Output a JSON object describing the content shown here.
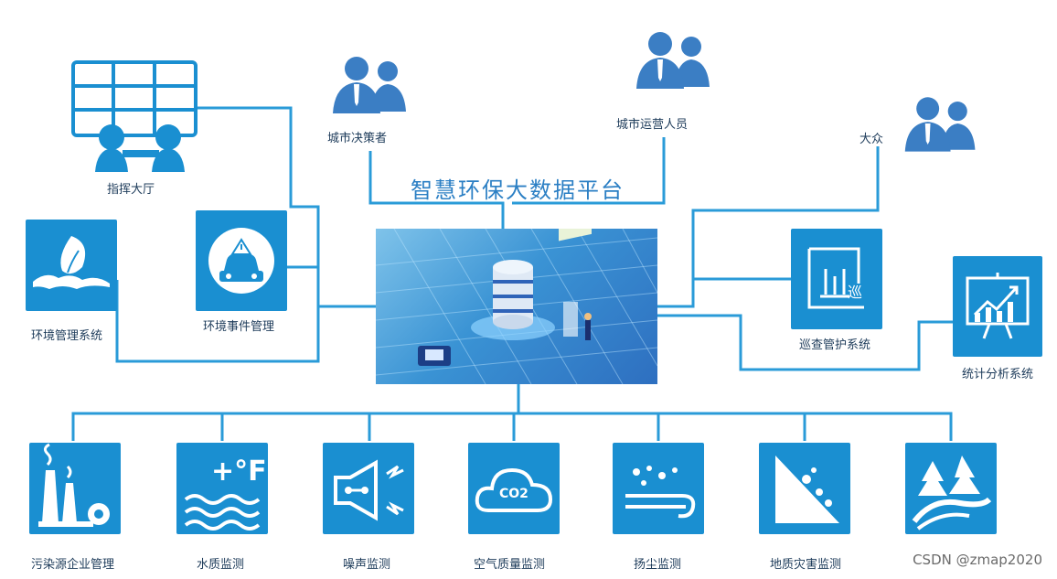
{
  "title": "智慧环保大数据平台",
  "top_users": [
    {
      "label": "城市决策者",
      "icon": "people-icon"
    },
    {
      "label": "城市运营人员",
      "icon": "people-icon"
    },
    {
      "label": "大众",
      "icon": "people-icon"
    }
  ],
  "left_systems": [
    {
      "label": "指挥大厅",
      "icon": "command-hall-icon"
    },
    {
      "label": "环境管理系统",
      "icon": "leaf-icon"
    },
    {
      "label": "环境事件管理",
      "icon": "car-warning-icon"
    }
  ],
  "right_systems": [
    {
      "label": "巡查管护系统",
      "icon": "patrol-icon"
    },
    {
      "label": "统计分析系统",
      "icon": "trend-chart-icon"
    }
  ],
  "bottom_monitors": [
    {
      "label": "污染源企业管理",
      "icon": "factory-icon"
    },
    {
      "label": "水质监测",
      "icon": "water-temp-icon",
      "icon_text": "+°F"
    },
    {
      "label": "噪声监测",
      "icon": "speaker-icon"
    },
    {
      "label": "空气质量监测",
      "icon": "cloud-co2-icon",
      "icon_text": "CO2"
    },
    {
      "label": "扬尘监测",
      "icon": "dust-icon"
    },
    {
      "label": "地质灾害监测",
      "icon": "landslide-icon"
    },
    {
      "label": "",
      "icon": "forest-river-icon"
    }
  ],
  "patrol_glyph": "巡",
  "watermark": "CSDN @zmap2020",
  "colors": {
    "line": "#2a9bd8",
    "tile": "#1a8fd1",
    "person": "#3b7ec4",
    "title": "#2b7fc4"
  }
}
